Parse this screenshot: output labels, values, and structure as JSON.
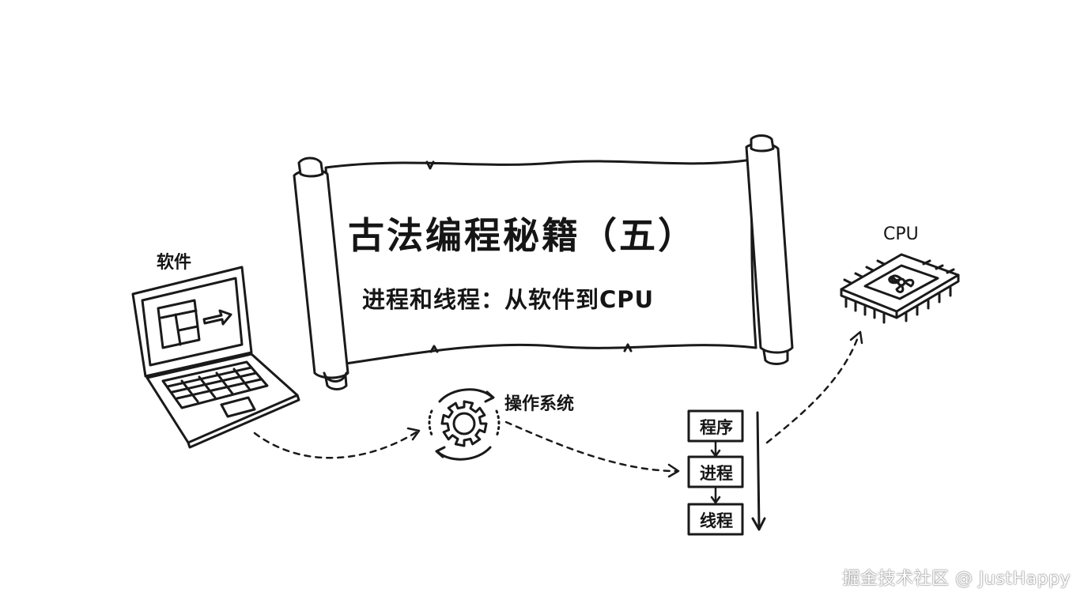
{
  "scroll": {
    "title": "古法编程秘籍（五）",
    "subtitle": "进程和线程：从软件到CPU"
  },
  "software": {
    "label": "软件",
    "icon": "laptop-icon"
  },
  "os": {
    "label": "操作系统",
    "icon": "gear-cycle-icon"
  },
  "cpu": {
    "label": "CPU",
    "icon": "cpu-chip-icon"
  },
  "hierarchy": {
    "items": [
      {
        "label": "程序"
      },
      {
        "label": "进程"
      },
      {
        "label": "线程"
      }
    ]
  },
  "watermark": {
    "text": "掘金技术社区 @ JustHappy"
  },
  "colors": {
    "ink": "#1a1a1a",
    "background": "#ffffff"
  }
}
